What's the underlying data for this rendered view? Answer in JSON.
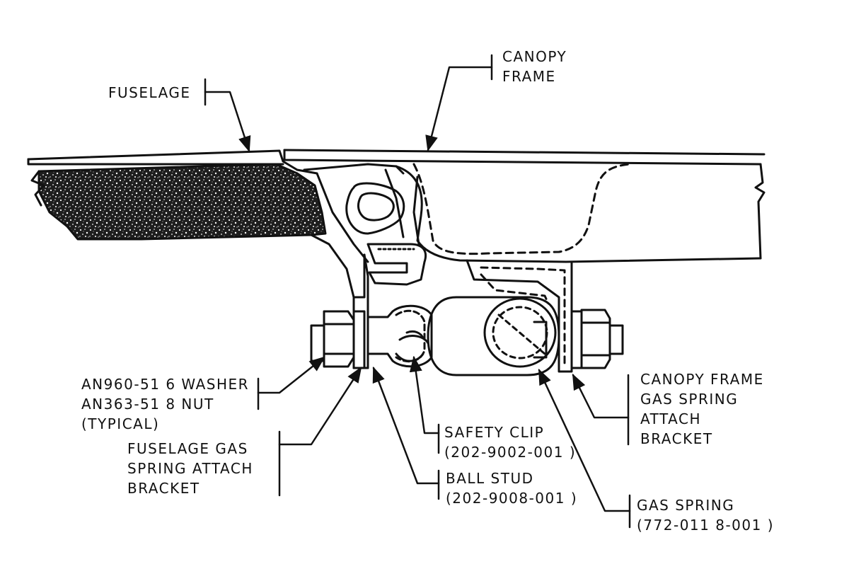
{
  "labels": {
    "canopy_frame": [
      "CANOPY",
      "FRAME"
    ],
    "fuselage": [
      "FUSELAGE"
    ],
    "washer_nut": [
      "AN960-51 6 WASHER",
      "AN363-51 8 NUT",
      "(TYPICAL)"
    ],
    "fuselage_bracket": [
      "FUSELAGE GAS",
      "SPRING ATTACH",
      "BRACKET"
    ],
    "safety_clip": [
      "SAFETY CLIP",
      "(202-9002-001 )"
    ],
    "ball_stud": [
      "BALL STUD",
      "(202-9008-001 )"
    ],
    "gas_spring": [
      "GAS SPRING",
      "(772-011 8-001 )"
    ],
    "canopy_bracket": [
      "CANOPY FRAME",
      "GAS SPRING",
      "ATTACH",
      "BRACKET"
    ]
  },
  "colors": {
    "ink": "#111111",
    "paper": "#ffffff",
    "foam": "#2a2a2a"
  }
}
